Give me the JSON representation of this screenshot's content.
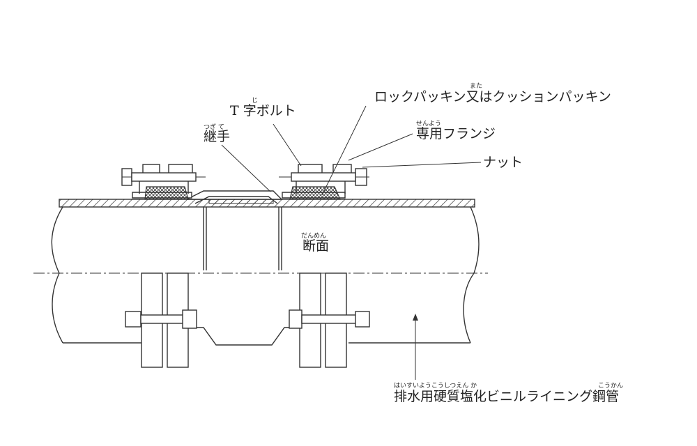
{
  "labels": {
    "packing": {
      "text": "ロックパッキン又はクッションパッキン",
      "ruby": "また"
    },
    "t_bolt": {
      "text": "T 字ボルト",
      "ruby": "じ"
    },
    "joint": {
      "text": "継手",
      "ruby": "つぎ て"
    },
    "flange": {
      "text": "専用フランジ",
      "ruby": "せんよう"
    },
    "nut": {
      "text": "ナット"
    },
    "section": {
      "text": "断面",
      "ruby": "だんめん"
    },
    "pipe": {
      "text": "排水用硬質塩化ビニルライニング鋼管",
      "ruby1": "はいすいようこうしつえん か",
      "ruby2": "こうかん"
    }
  }
}
